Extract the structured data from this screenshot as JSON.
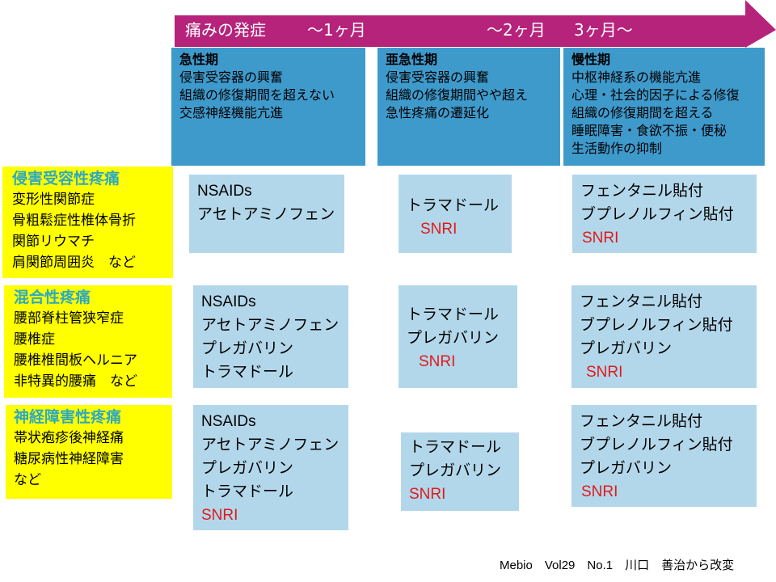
{
  "timeline": {
    "color": "#b5237b",
    "labels": [
      "痛みの発症",
      "～1ヶ月",
      "～2ヶ月",
      "3ヶ月～"
    ]
  },
  "phases": [
    {
      "title": "急性期",
      "lines": [
        "侵害受容器の興奮",
        "組織の修復期間を超えない",
        "交感神経機能亢進"
      ]
    },
    {
      "title": "亜急性期",
      "lines": [
        "侵害受容器の興奮",
        "組織の修復期間やや超え",
        "急性疼痛の遷延化"
      ]
    },
    {
      "title": "慢性期",
      "lines": [
        "中枢神経系の機能亢進",
        "心理・社会的因子による修復",
        "組織の修復期間を超える",
        "睡眠障害・食欲不振・便秘",
        "生活動作の抑制"
      ]
    }
  ],
  "categories": [
    {
      "title": "侵害受容性疼痛",
      "lines": [
        "変形性関節症",
        "骨粗鬆症性椎体骨折",
        "関節リウマチ",
        "肩関節周囲炎　など"
      ]
    },
    {
      "title": "混合性疼痛",
      "lines": [
        "腰部脊柱管狭窄症",
        "腰椎症",
        "腰椎椎間板ヘルニア",
        "非特異的腰痛　など"
      ]
    },
    {
      "title": "神経障害性疼痛",
      "lines": [
        "帯状疱疹後神経痛",
        "糖尿病性神経障害",
        "など"
      ]
    }
  ],
  "treatments": [
    [
      {
        "drugs": [
          "NSAIDs",
          "アセトアミノフェン"
        ],
        "red": ""
      },
      {
        "drugs": [
          "トラマドール"
        ],
        "red": "SNRI"
      },
      {
        "drugs": [
          "フェンタニル貼付",
          "ブプレノルフィン貼付"
        ],
        "red": "SNRI"
      }
    ],
    [
      {
        "drugs": [
          "NSAIDs",
          "アセトアミノフェン",
          "プレガバリン",
          "トラマドール"
        ],
        "red": ""
      },
      {
        "drugs": [
          "トラマドール",
          "プレガバリン"
        ],
        "red": "SNRI"
      },
      {
        "drugs": [
          "フェンタニル貼付",
          "ブプレノルフィン貼付",
          "プレガバリン"
        ],
        "red": "SNRI"
      }
    ],
    [
      {
        "drugs": [
          "NSAIDs",
          "アセトアミノフェン",
          "プレガバリン",
          "トラマドール"
        ],
        "red": "SNRI"
      },
      {
        "drugs": [
          "トラマドール",
          "プレガバリン"
        ],
        "red": "SNRI"
      },
      {
        "drugs": [
          "フェンタニル貼付",
          "ブプレノルフィン貼付",
          "プレガバリン"
        ],
        "red": "SNRI"
      }
    ]
  ],
  "colors": {
    "phase_bg": "#3f9acc",
    "category_bg": "#ffff00",
    "category_title": "#2fa9bf",
    "drug_bg": "#b3d7ea",
    "snri": "#e01a1a"
  },
  "credit": "Mebio　Vol29　No.1　川口　善治から改変"
}
